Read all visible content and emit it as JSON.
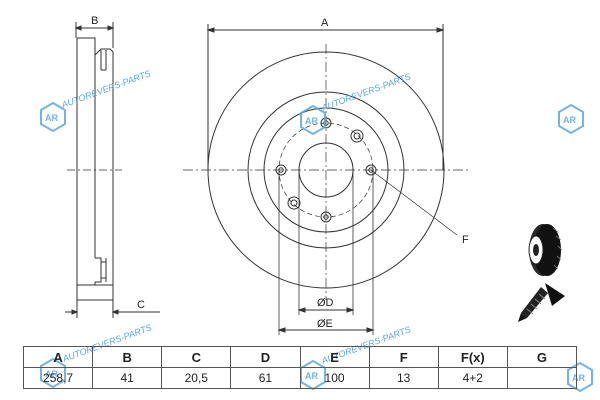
{
  "dimension_labels": {
    "a": "A",
    "b": "B",
    "c": "C",
    "f": "F",
    "d": "ØD",
    "e": "ØE"
  },
  "watermark": {
    "text": "AUTOREVERS-PARTS",
    "logo_color": "#5aa7de"
  },
  "spec_table": {
    "headers": [
      "A",
      "B",
      "C",
      "D",
      "E",
      "F",
      "F(x)",
      "G"
    ],
    "values": [
      "258,7",
      "41",
      "20,5",
      "61",
      "100",
      "13",
      "4+2",
      ""
    ]
  },
  "colors": {
    "line": "#333333",
    "watermark": "#5aa7de"
  }
}
